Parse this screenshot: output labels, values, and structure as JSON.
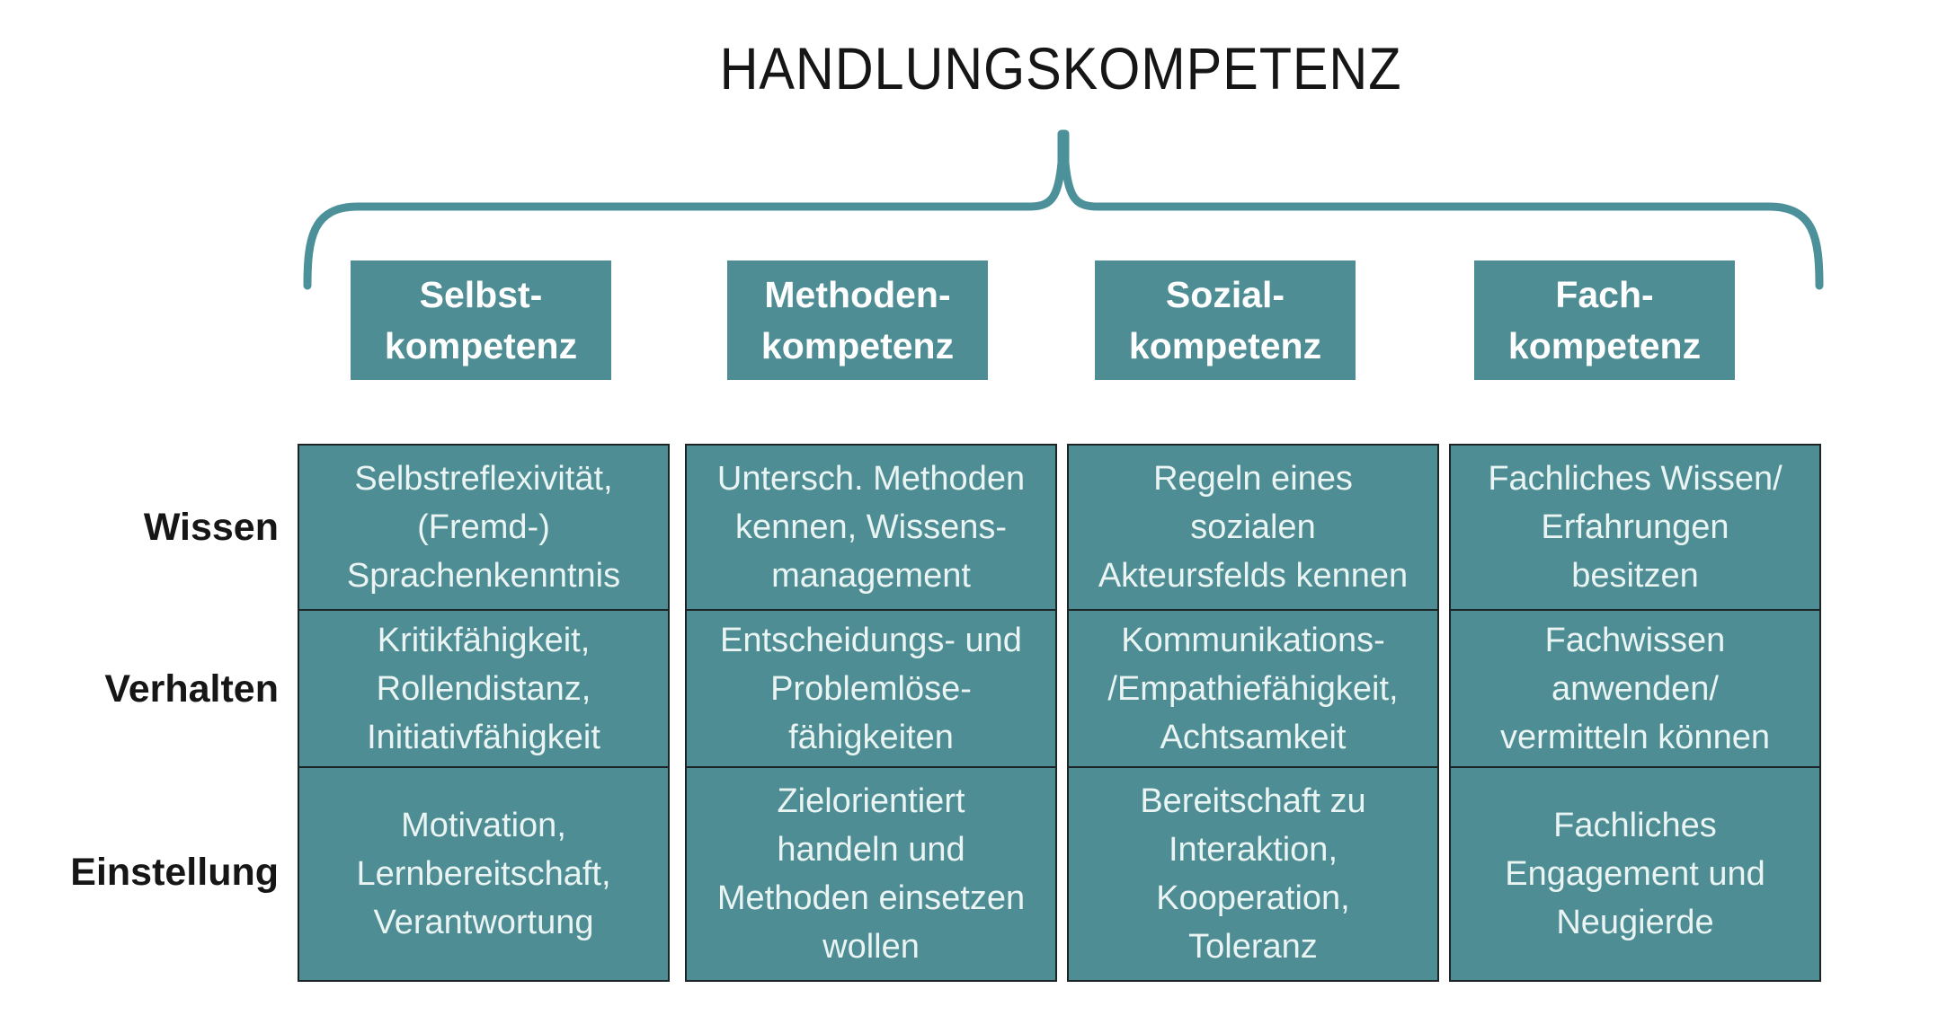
{
  "title": "HANDLUNGSKOMPETENZ",
  "colors": {
    "teal_fill": "#4E8D94",
    "brace_stroke": "#4C919A",
    "cell_border": "#1D2425",
    "header_text": "#FFFFFF",
    "cell_text": "#E9F4F3",
    "label_text": "#161616",
    "background": "#FFFFFF"
  },
  "columns": [
    {
      "header": "Selbst-\nkompetenz"
    },
    {
      "header": "Methoden-\nkompetenz"
    },
    {
      "header": "Sozial-\nkompetenz"
    },
    {
      "header": "Fach-\nkompetenz"
    }
  ],
  "rows": [
    {
      "label": "Wissen",
      "cells": [
        "Selbstreflexivität,\n(Fremd-)\nSprachenkenntnis",
        "Untersch. Methoden\nkennen, Wissens-\nmanagement",
        "Regeln eines\nsozialen\nAkteursfelds kennen",
        "Fachliches Wissen/\nErfahrungen\nbesitzen"
      ]
    },
    {
      "label": "Verhalten",
      "cells": [
        "Kritikfähigkeit,\nRollendistanz,\nInitiativfähigkeit",
        "Entscheidungs- und\nProblemlöse-\nfähigkeiten",
        "Kommunikations-\n/Empathiefähigkeit,\nAchtsamkeit",
        "Fachwissen\nanwenden/\nvermitteln können"
      ]
    },
    {
      "label": "Einstellung",
      "cells": [
        "Motivation,\nLernbereitschaft,\nVerantwortung",
        "Zielorientiert\nhandeln und\nMethoden einsetzen\nwollen",
        "Bereitschaft zu\nInteraktion,\nKooperation,\nToleranz",
        "Fachliches\nEngagement und\nNeugierde"
      ]
    }
  ]
}
